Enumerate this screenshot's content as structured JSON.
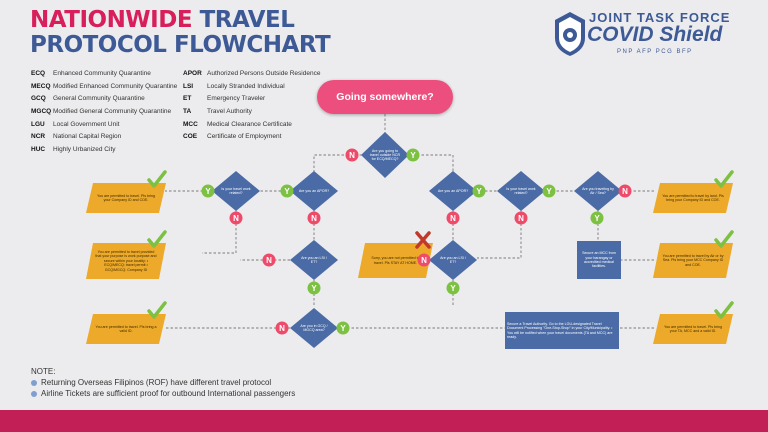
{
  "title": {
    "line1_red": "NATIONWIDE",
    "line1_blue": "TRAVEL",
    "line2": "PROTOCOL FLOWCHART"
  },
  "logo": {
    "line1": "JOINT TASK FORCE",
    "line2": "COVID Shield",
    "line3": "PNP  AFP  PCG  BFP"
  },
  "legend_left": [
    {
      "abbr": "ECQ",
      "text": "Enhanced Community Quarantine"
    },
    {
      "abbr": "MECQ",
      "text": "Modified Enhanced Community Quarantine"
    },
    {
      "abbr": "GCQ",
      "text": "General Community Quarantine"
    },
    {
      "abbr": "MGCQ",
      "text": "Modified General Community Quarantine"
    },
    {
      "abbr": "LGU",
      "text": "Local Government Unit"
    },
    {
      "abbr": "NCR",
      "text": "National Capital Region"
    },
    {
      "abbr": "HUC",
      "text": "Highly Urbanized City"
    }
  ],
  "legend_right": [
    {
      "abbr": "APOR",
      "text": "Authorized Persons Outside Residence"
    },
    {
      "abbr": "LSI",
      "text": "Locally Stranded Individual"
    },
    {
      "abbr": "ET",
      "text": "Emergency Traveler"
    },
    {
      "abbr": "TA",
      "text": "Travel Authority"
    },
    {
      "abbr": "MCC",
      "text": "Medical Clearance Certificate"
    },
    {
      "abbr": "COE",
      "text": "Certificate of Employment"
    }
  ],
  "start_label": "Going somewhere?",
  "diamonds": [
    {
      "id": "d0",
      "text": "Are you going to travel outside NCR for ECQ/MECQ?"
    },
    {
      "id": "d1",
      "text": "Are you an APOR?"
    },
    {
      "id": "d2",
      "text": "Is your travel work related?"
    },
    {
      "id": "d3",
      "text": "Are you an APOR?"
    },
    {
      "id": "d4",
      "text": "Is your travel work related?"
    },
    {
      "id": "d5",
      "text": "Are you traveling by Air / Sea?"
    },
    {
      "id": "d6",
      "text": "Are you an LSI / ET?"
    },
    {
      "id": "d7",
      "text": "Are you an LSI / ET?"
    },
    {
      "id": "d8",
      "text": "Are you in GCQ / MGCQ area?"
    }
  ],
  "outputs": [
    {
      "id": "o1",
      "text": "You are permitted to travel. Pls bring your Company ID and COE."
    },
    {
      "id": "o2",
      "text": "You are permitted to travel provided that your purpose is work purpose and secure within your locality: • ECQ/MECQ: travel permit • GCQ/MGCQ: Company ID"
    },
    {
      "id": "o3",
      "text": "You are permitted to travel. Pls bring a valid ID."
    },
    {
      "id": "o4",
      "text": "Sorry, you are not permitted to travel. Pls STAY AT HOME."
    },
    {
      "id": "o5",
      "text": "You are permitted to travel by land. Pls bring your Company ID and COE."
    },
    {
      "id": "o6",
      "text": "You are permitted to travel by Air or by Sea. Pls bring your MCC Company ID and COE."
    },
    {
      "id": "o7",
      "text": "You are permitted to travel. Pls bring your TA, MCC and a valid ID."
    }
  ],
  "process_boxes": [
    {
      "id": "p1",
      "text": "Secure an MCC from your barangay or accredited medical facilities."
    },
    {
      "id": "p2",
      "text": "Secure a Travel Authority. Go to the LGU-designated Travel Document Processing \"One-Stop-Shop\" in your City/Municipality. • You will be notified when your travel documents (TA and MCC) are ready."
    }
  ],
  "yes_label": "Y",
  "no_label": "N",
  "notes_title": "NOTE:",
  "notes": [
    "Returning Overseas Filipinos (ROF) have different travel protocol",
    "Airline Tickets are sufficient proof for outbound International passengers"
  ],
  "colors": {
    "red": "#d81f5b",
    "blue": "#3d5a96",
    "diamond": "#4a6ba5",
    "output": "#eda92a",
    "yes": "#7dc142",
    "no": "#ee4a6a",
    "footer": "#c21f56"
  }
}
